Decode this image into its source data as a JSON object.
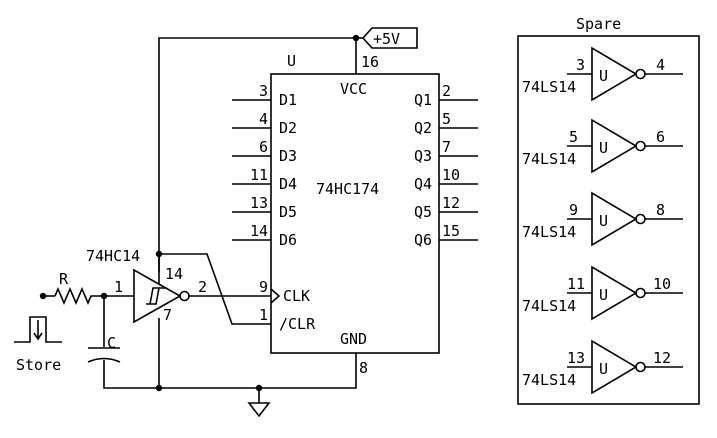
{
  "power": {
    "vcc_label": "+5V",
    "vcc_pin": "16",
    "gnd_pin": "8"
  },
  "main_ic": {
    "ref": "U",
    "part": "74HC174",
    "vcc": "VCC",
    "gnd": "GND",
    "inputs": [
      {
        "pin": "3",
        "name": "D1"
      },
      {
        "pin": "4",
        "name": "D2"
      },
      {
        "pin": "6",
        "name": "D3"
      },
      {
        "pin": "11",
        "name": "D4"
      },
      {
        "pin": "13",
        "name": "D5"
      },
      {
        "pin": "14",
        "name": "D6"
      }
    ],
    "outputs": [
      {
        "pin": "2",
        "name": "Q1"
      },
      {
        "pin": "5",
        "name": "Q2"
      },
      {
        "pin": "7",
        "name": "Q3"
      },
      {
        "pin": "10",
        "name": "Q4"
      },
      {
        "pin": "12",
        "name": "Q5"
      },
      {
        "pin": "15",
        "name": "Q6"
      }
    ],
    "clk": {
      "pin": "9",
      "name": "CLK"
    },
    "clr": {
      "pin": "1",
      "name": "/CLR"
    }
  },
  "schmitt": {
    "part": "74HC14",
    "in_pin": "1",
    "out_pin": "2",
    "vcc_pin": "14",
    "gnd_pin": "7"
  },
  "rc": {
    "r": "R",
    "c": "C",
    "input_label": "Store"
  },
  "spare": {
    "title": "Spare",
    "gates": [
      {
        "part": "74LS14",
        "ref": "U",
        "in": "3",
        "out": "4"
      },
      {
        "part": "74LS14",
        "ref": "U",
        "in": "5",
        "out": "6"
      },
      {
        "part": "74LS14",
        "ref": "U",
        "in": "9",
        "out": "8"
      },
      {
        "part": "74LS14",
        "ref": "U",
        "in": "11",
        "out": "10"
      },
      {
        "part": "74LS14",
        "ref": "U",
        "in": "13",
        "out": "12"
      }
    ]
  }
}
